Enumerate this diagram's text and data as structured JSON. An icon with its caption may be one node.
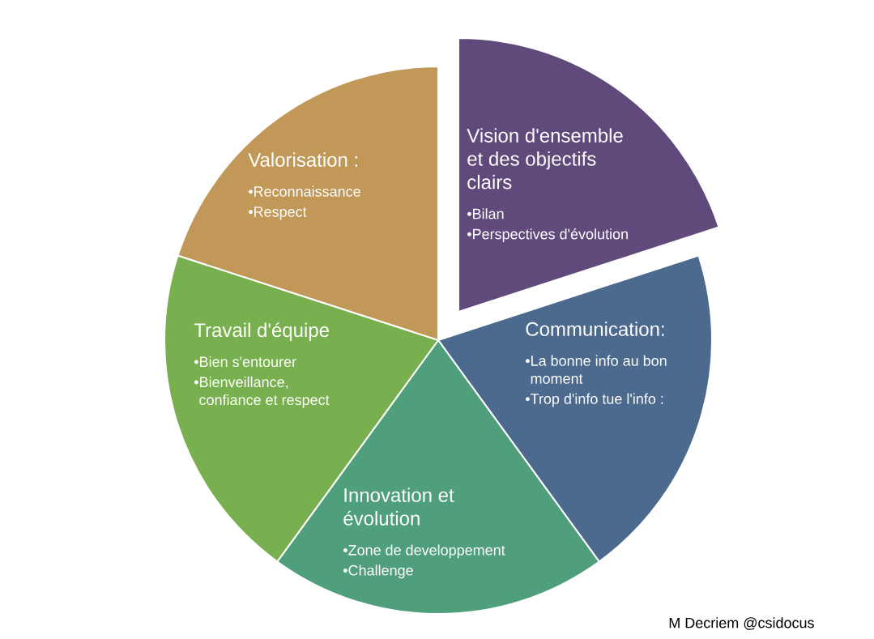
{
  "diagram": {
    "nodes": [
      {
        "text": [
          "Vision d'ensemble et des objectifs clairs",
          "•Bilan",
          "•Perspectives d'évolution"
        ]
      },
      {
        "text": [
          "Communication:",
          "•La bonne info au bon moment",
          "•Trop d'info tue l'info :"
        ]
      },
      {
        "text": [
          "Innovation et évolution",
          "•Zone de developpement",
          "•Challenge"
        ]
      },
      {
        "text": [
          "Travail d'équipe",
          "•Bien s'entourer",
          "•Bienveillance, confiance et respect"
        ]
      },
      {
        "text": [
          "Valorisation :",
          "•Reconnaissance",
          "•Respect"
        ]
      }
    ],
    "labels": [
      "M Decriem @csidocus"
    ]
  }
}
